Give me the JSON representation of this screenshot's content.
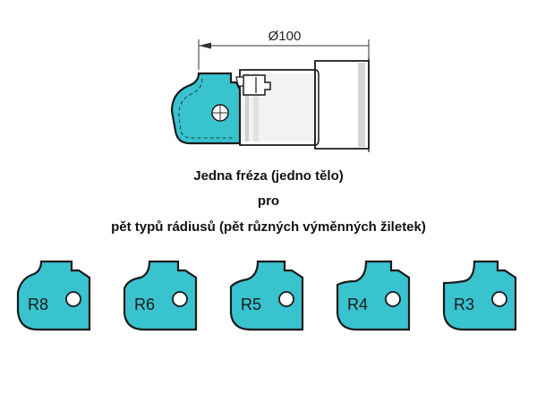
{
  "diagram": {
    "dimension_label": "Ø100",
    "caption": {
      "line1": "Jedna fréza (jedno tělo)",
      "line2": "pro",
      "line3": "pět typů rádiusů (pět různých výměnných žiletek)"
    },
    "inserts": [
      {
        "label": "R8"
      },
      {
        "label": "R6"
      },
      {
        "label": "R5"
      },
      {
        "label": "R4"
      },
      {
        "label": "R3"
      }
    ]
  },
  "colors": {
    "insert_fill": "#38c3cf",
    "outline": "#1a1a1a",
    "shaft_fill": "#ffffff",
    "shaft_shade": "#cfcfcf",
    "dimension_line": "#333333"
  }
}
